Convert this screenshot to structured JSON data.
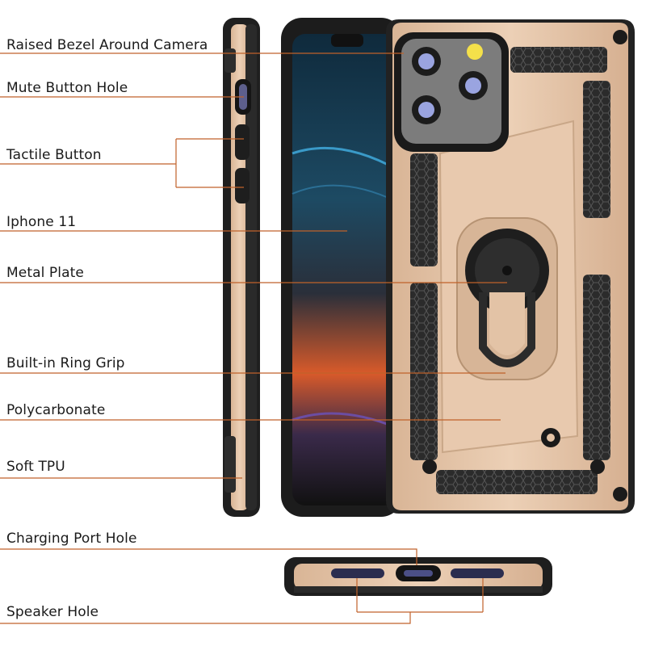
{
  "labels": {
    "raised_bezel": "Raised Bezel Around Camera",
    "mute_button_hole": "Mute Button Hole",
    "tactile_button": "Tactile Button",
    "iphone_11": "Iphone 11",
    "metal_plate": "Metal Plate",
    "ring_grip": "Built-in Ring Grip",
    "polycarbonate": "Polycarbonate",
    "soft_tpu": "Soft TPU",
    "charging_port_hole": "Charging Port Hole",
    "speaker_hole": "Speaker Hole"
  },
  "colors": {
    "leader_line": "#c0622a",
    "case_gold": "#e3c3a6",
    "tpu_black": "#262626"
  }
}
